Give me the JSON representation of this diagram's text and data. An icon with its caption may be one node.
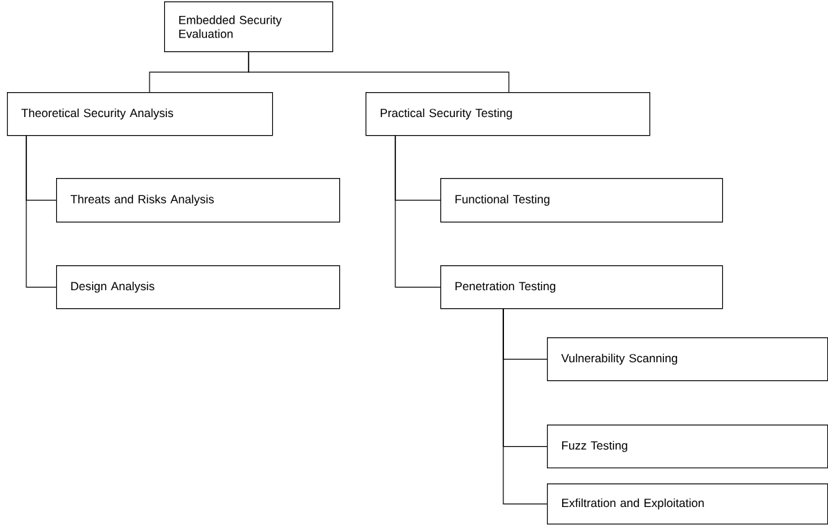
{
  "diagram": {
    "nodes": [
      {
        "text": [
          "Embedded Security Evaluation"
        ]
      },
      {
        "text": [
          "Theoretical Security Analysis"
        ]
      },
      {
        "text": [
          "Practical Security Testing"
        ]
      },
      {
        "text": [
          "Threats and Risks Analysis"
        ]
      },
      {
        "text": [
          "Design Analysis"
        ]
      },
      {
        "text": [
          "Functional Testing"
        ]
      },
      {
        "text": [
          "Penetration Testing"
        ]
      },
      {
        "text": [
          "Vulnerability Scanning"
        ]
      },
      {
        "text": [
          "Fuzz Testing"
        ]
      },
      {
        "text": [
          "Exfiltration and Exploitation"
        ]
      }
    ],
    "edges": [
      {
        "from": 0,
        "to": 1,
        "arrow": "none"
      },
      {
        "from": 0,
        "to": 2,
        "arrow": "none"
      },
      {
        "from": 1,
        "to": 3,
        "arrow": "none"
      },
      {
        "from": 1,
        "to": 4,
        "arrow": "none"
      },
      {
        "from": 2,
        "to": 5,
        "arrow": "none"
      },
      {
        "from": 2,
        "to": 6,
        "arrow": "none"
      },
      {
        "from": 6,
        "to": 7,
        "arrow": "none"
      },
      {
        "from": 6,
        "to": 8,
        "arrow": "none"
      },
      {
        "from": 6,
        "to": 9,
        "arrow": "none"
      }
    ]
  }
}
